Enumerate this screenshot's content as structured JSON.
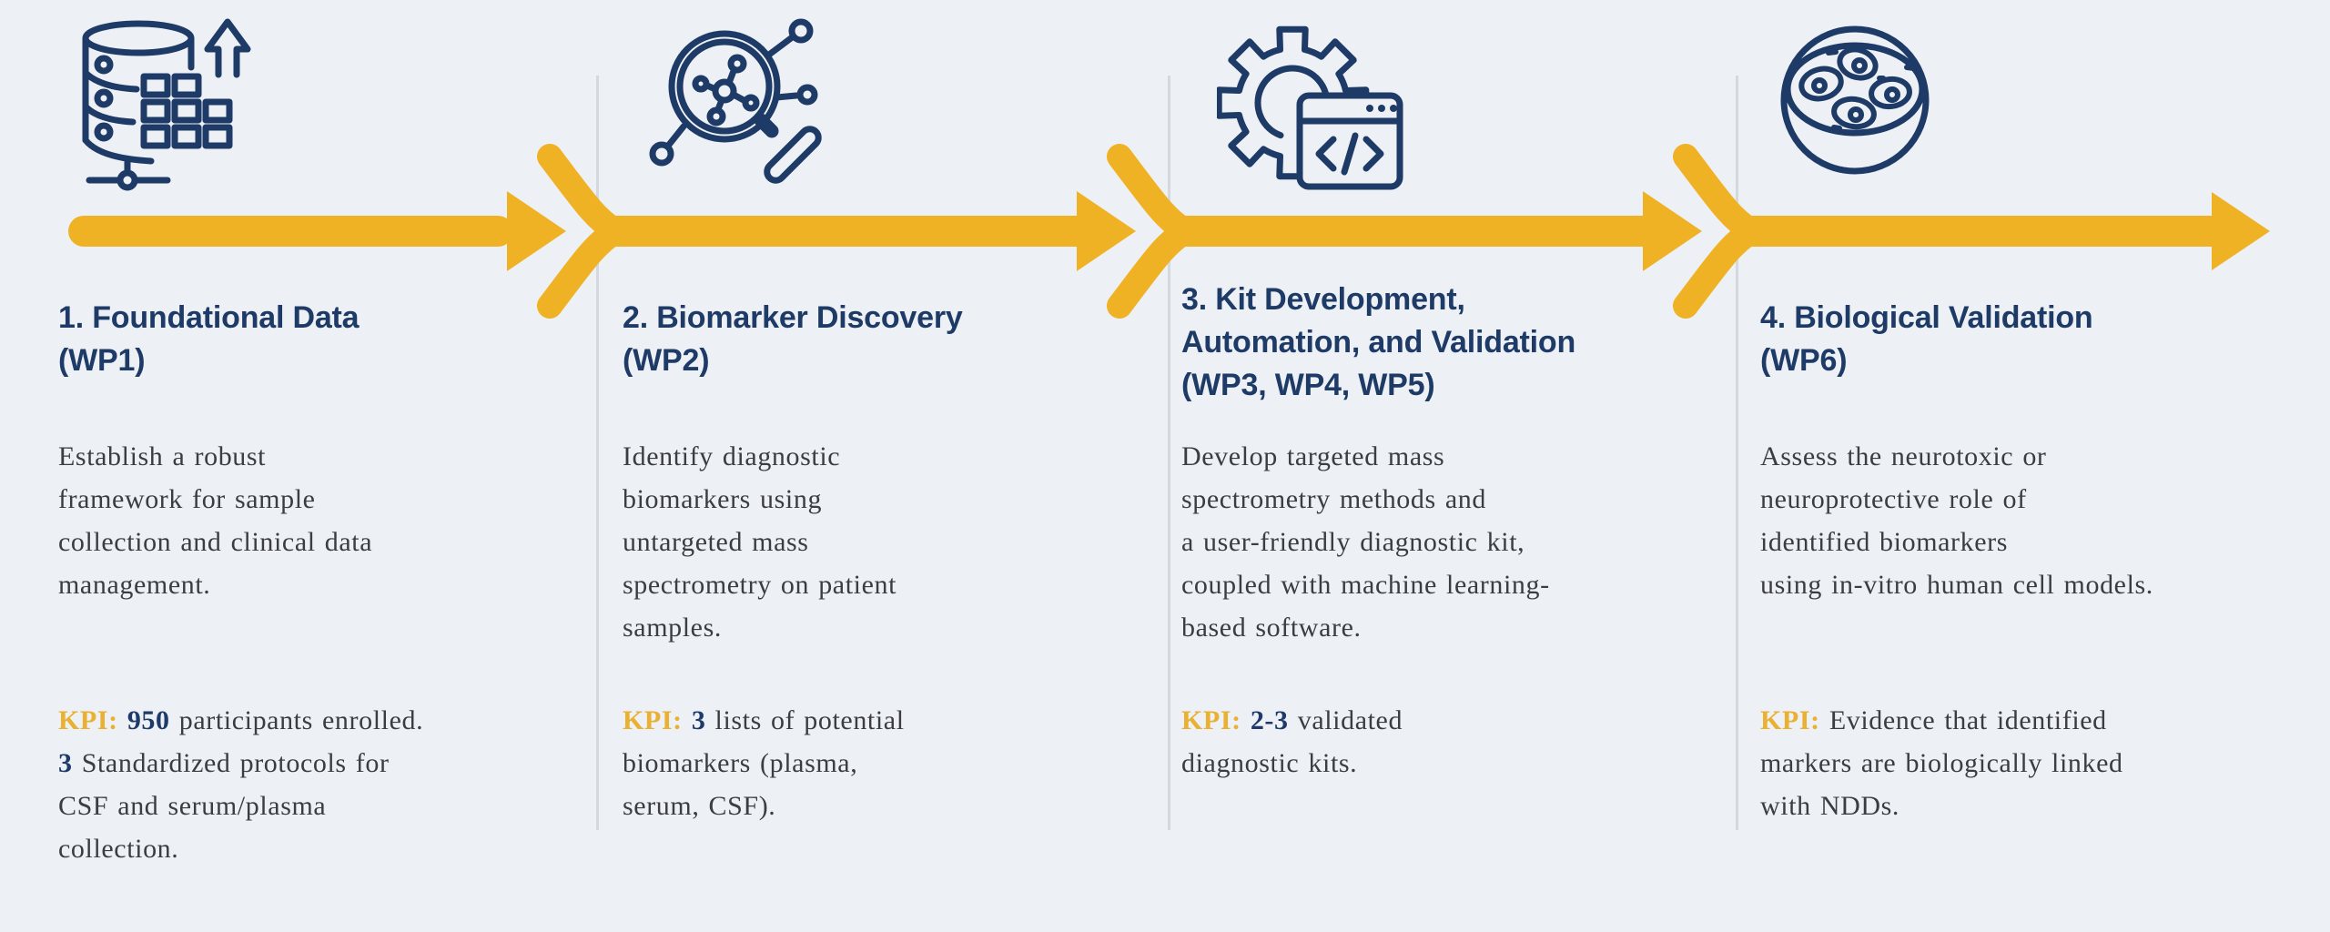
{
  "theme": {
    "background": "#edf0f4",
    "arrow_yellow": "#efb224",
    "heading_navy": "#1e3a66",
    "icon_navy": "#1e3a66",
    "body_text": "#3a3d42",
    "kpi_gold": "#e9b031",
    "kpi_number_navy": "#1e3a6b",
    "divider_gray": "#d4d9df"
  },
  "stages": [
    {
      "title": "1. Foundational Data\n(WP1)",
      "icon": "database-icon",
      "description": "Establish a robust\nframework for sample\ncollection and clinical data\nmanagement.",
      "kpi_segments": [
        {
          "text": "KPI: ",
          "style": "gold"
        },
        {
          "text": "950",
          "style": "number"
        },
        {
          "text": " participants enrolled.\n",
          "style": "plain"
        },
        {
          "text": "3",
          "style": "number"
        },
        {
          "text": " Standardized protocols for\nCSF and serum/plasma\ncollection.",
          "style": "plain"
        }
      ]
    },
    {
      "title": "2. Biomarker Discovery\n(WP2)",
      "icon": "magnifier-molecule-icon",
      "description": "Identify diagnostic\nbiomarkers using\nuntargeted mass\nspectrometry on patient\nsamples.",
      "kpi_segments": [
        {
          "text": "KPI: ",
          "style": "gold"
        },
        {
          "text": "3",
          "style": "number"
        },
        {
          "text": " lists of potential\nbiomarkers (plasma,\nserum, CSF).",
          "style": "plain"
        }
      ]
    },
    {
      "title": "3. Kit Development,\nAutomation, and Validation\n(WP3, WP4, WP5)",
      "icon": "gear-code-window-icon",
      "description": "Develop targeted mass\nspectrometry methods and\na user-friendly diagnostic kit,\ncoupled with machine learning-\nbased software.",
      "kpi_segments": [
        {
          "text": "KPI: ",
          "style": "gold"
        },
        {
          "text": "2-3",
          "style": "number"
        },
        {
          "text": " validated\ndiagnostic kits.",
          "style": "plain"
        }
      ]
    },
    {
      "title": "4. Biological Validation\n(WP6)",
      "icon": "petri-dish-cells-icon",
      "description": "Assess the neurotoxic or\nneuroprotective role of\nidentified biomarkers\nusing in-vitro human cell models.",
      "kpi_segments": [
        {
          "text": "KPI: ",
          "style": "gold"
        },
        {
          "text": "Evidence that identified\nmarkers are biologically linked\nwith NDDs.",
          "style": "plain"
        }
      ]
    }
  ]
}
